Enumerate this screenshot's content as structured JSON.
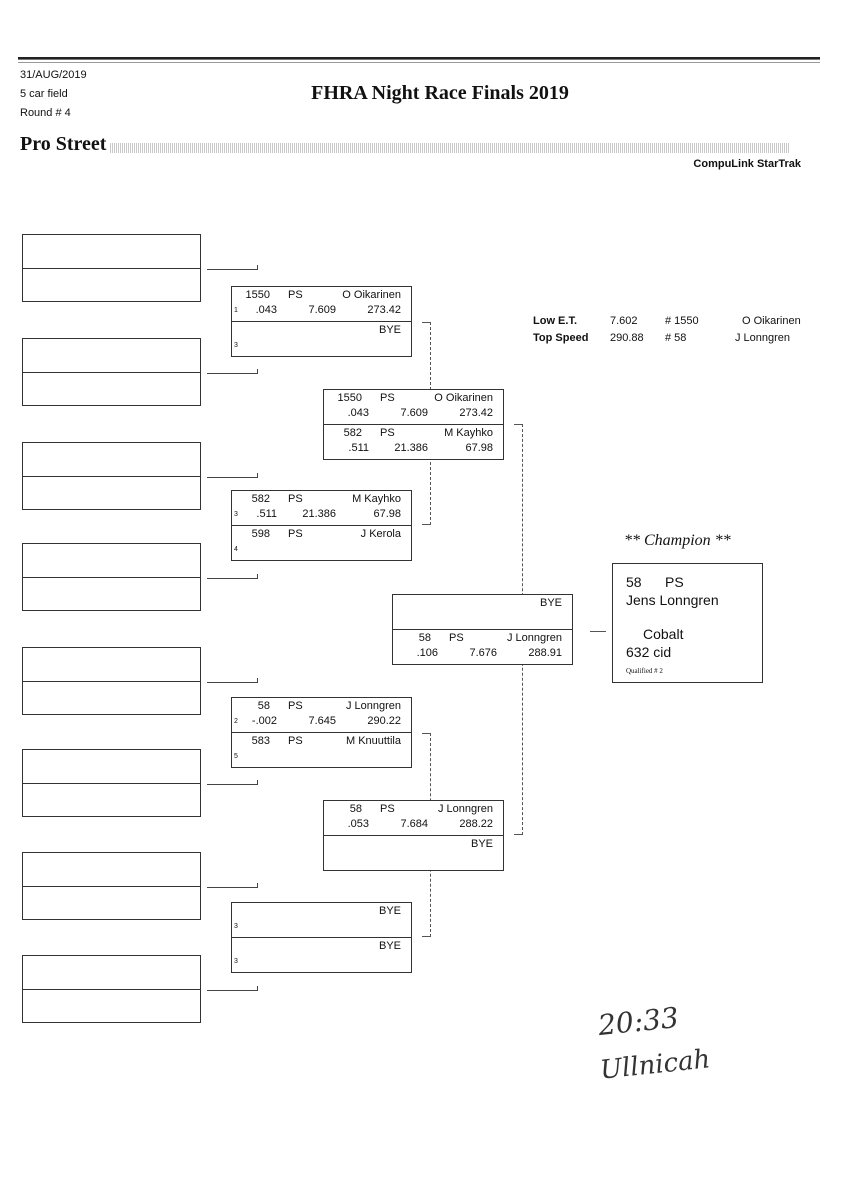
{
  "header": {
    "date": "31/AUG/2019",
    "field": "5 car field",
    "round": "Round # 4",
    "title": "FHRA Night Race Finals 2019",
    "class_name": "Pro Street",
    "vendor": "CompuLink StarTrak"
  },
  "round1": [
    {
      "lanes": [
        {
          "car": "1550",
          "cls": "PS",
          "name": "O Oikarinen",
          "seed": "1",
          "rt": ".043",
          "et": "7.609",
          "mph": "273.42"
        },
        {
          "car": "",
          "cls": "",
          "name": "BYE",
          "seed": "3",
          "rt": "",
          "et": "",
          "mph": ""
        }
      ]
    },
    {
      "lanes": [
        {
          "car": "582",
          "cls": "PS",
          "name": "M Kayhko",
          "seed": "3",
          "rt": ".511",
          "et": "21.386",
          "mph": "67.98"
        },
        {
          "car": "598",
          "cls": "PS",
          "name": "J Kerola",
          "seed": "4",
          "rt": "",
          "et": "",
          "mph": ""
        }
      ]
    },
    {
      "lanes": [
        {
          "car": "58",
          "cls": "PS",
          "name": "J Lonngren",
          "seed": "2",
          "rt": "-.002",
          "et": "7.645",
          "mph": "290.22"
        },
        {
          "car": "583",
          "cls": "PS",
          "name": "M Knuuttila",
          "seed": "5",
          "rt": "",
          "et": "",
          "mph": ""
        }
      ]
    },
    {
      "lanes": [
        {
          "car": "",
          "cls": "",
          "name": "BYE",
          "seed": "3",
          "rt": "",
          "et": "",
          "mph": ""
        },
        {
          "car": "",
          "cls": "",
          "name": "BYE",
          "seed": "3",
          "rt": "",
          "et": "",
          "mph": ""
        }
      ]
    }
  ],
  "round2": [
    {
      "lanes": [
        {
          "car": "1550",
          "cls": "PS",
          "name": "O Oikarinen",
          "seed": "",
          "rt": ".043",
          "et": "7.609",
          "mph": "273.42"
        },
        {
          "car": "582",
          "cls": "PS",
          "name": "M Kayhko",
          "seed": "",
          "rt": ".511",
          "et": "21.386",
          "mph": "67.98"
        }
      ]
    },
    {
      "lanes": [
        {
          "car": "58",
          "cls": "PS",
          "name": "J Lonngren",
          "seed": "",
          "rt": ".053",
          "et": "7.684",
          "mph": "288.22"
        },
        {
          "car": "",
          "cls": "",
          "name": "BYE",
          "seed": "",
          "rt": "",
          "et": "",
          "mph": ""
        }
      ]
    }
  ],
  "round3": [
    {
      "lanes": [
        {
          "car": "",
          "cls": "",
          "name": "BYE",
          "seed": "",
          "rt": "",
          "et": "",
          "mph": ""
        },
        {
          "car": "58",
          "cls": "PS",
          "name": "J Lonngren",
          "seed": "",
          "rt": ".106",
          "et": "7.676",
          "mph": "288.91"
        }
      ]
    }
  ],
  "stats": {
    "low_et": {
      "label": "Low  E.T.",
      "value": "7.602",
      "car": "# 1550",
      "name": "O Oikarinen"
    },
    "top_speed": {
      "label": "Top Speed",
      "value": "290.88",
      "car": "# 58",
      "name": "J Lonngren"
    }
  },
  "champion": {
    "heading": "** Champion **",
    "car": "58",
    "cls": "PS",
    "name": "Jens Lonngren",
    "make": "Cobalt",
    "engine": "632 cid",
    "qualified": "Qualified # 2"
  },
  "handwriting": {
    "time": "20:33",
    "signature": "Ullnicah"
  }
}
